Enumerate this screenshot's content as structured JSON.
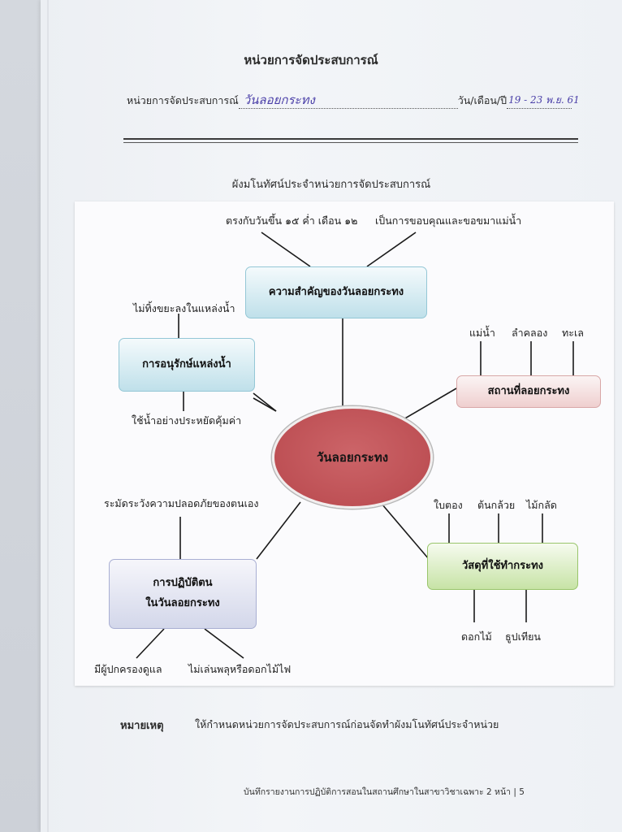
{
  "document": {
    "title": "หน่วยการจัดประสบการณ์",
    "unit_label": "หน่วยการจัดประสบการณ์",
    "unit_value_handwritten": "วันลอยกระทง",
    "date_label": "วัน/เดือน/ปี",
    "date_value_handwritten": "19 - 23 พ.ย. 61",
    "mindmap_heading": "ผังมโนทัศน์ประจำหน่วยการจัดประสบการณ์",
    "note_label": "หมายเหตุ",
    "note_text": "ให้กำหนดหน่วยการจัดประสบการณ์ก่อนจัดทำผังมโนทัศน์ประจำหน่วย",
    "footer": "บันทึกรายงานการปฏิบัติการสอนในสถานศึกษาในสาขาวิชาเฉพาะ 2  หน้า | 5"
  },
  "mindmap": {
    "center": "วันลอยกระทง",
    "branches": {
      "importance": {
        "title": "ความสำคัญของวันลอยกระทง",
        "leaves": [
          "ตรงกับวันขึ้น ๑๕ ค่ำ เดือน ๑๒",
          "เป็นการขอบคุณและขอขมาแม่น้ำ"
        ]
      },
      "conservation": {
        "title": "การอนุรักษ์แหล่งน้ำ",
        "leaves": [
          "ไม่ทิ้งขยะลงในแหล่งน้ำ",
          "ใช้น้ำอย่างประหยัดคุ้มค่า"
        ]
      },
      "places": {
        "title": "สถานที่ลอยกระทง",
        "leaves": [
          "แม่น้ำ",
          "ลำคลอง",
          "ทะเล"
        ]
      },
      "materials": {
        "title": "วัสดุที่ใช้ทำกระทง",
        "leaves": [
          "ใบตอง",
          "ต้นกล้วย",
          "ไม้กลัด",
          "ดอกไม้",
          "ธูปเทียน"
        ]
      },
      "conduct": {
        "title_line1": "การปฏิบัติตน",
        "title_line2": "ในวันลอยกระทง",
        "leaves": [
          "ระมัดระวังความปลอดภัยของตนเอง",
          "มีผู้ปกครองดูแล",
          "ไม่เล่นพลุหรือดอกไม้ไฟ"
        ]
      }
    }
  },
  "colors": {
    "center_fill": "#c0555a",
    "blue_node": "#bfe0ea",
    "lavender_node": "#d3d7ea",
    "pink_node": "#efcfcf",
    "green_node": "#c7e3a6",
    "handwriting_ink": "#4a3fa8"
  }
}
